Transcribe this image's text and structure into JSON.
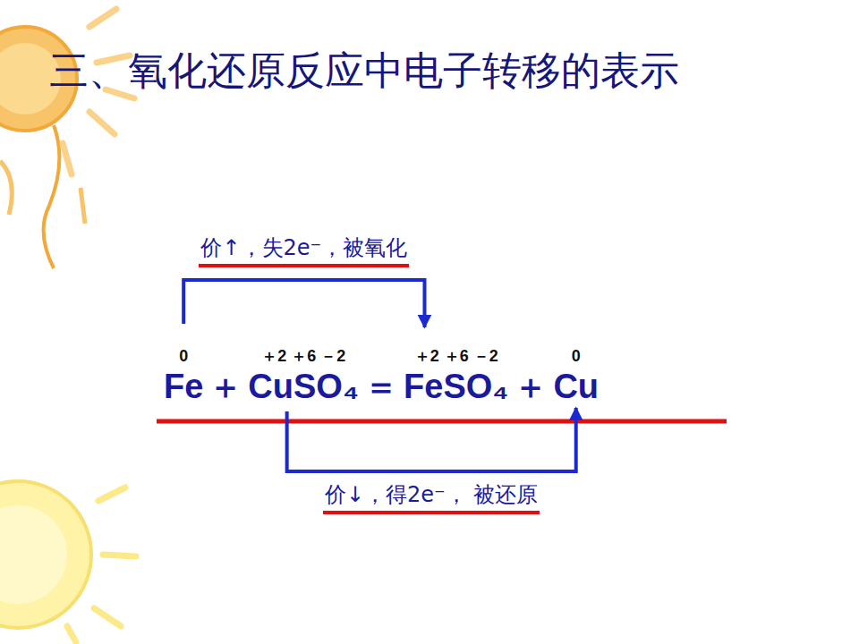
{
  "diagram": {
    "title": "三、氧化还原反应中电子转移的表示",
    "nodes": [
      {
        "text": [
          "0",
          "Fe"
        ]
      },
      {
        "text": [
          "＋2 ＋6 －2",
          "CuSO₄"
        ]
      },
      {
        "text": [
          "＋2 ＋6 －2",
          "FeSO₄"
        ]
      },
      {
        "text": [
          "0",
          "Cu"
        ]
      }
    ],
    "edges": [
      {
        "from": 0,
        "to": 2,
        "arrow": "to",
        "label": "价↑，失2e⁻，被氧化"
      },
      {
        "from": 1,
        "to": 3,
        "arrow": "to",
        "label": "价↓，得2e⁻， 被还原"
      }
    ],
    "labels": [
      "＋",
      "＝",
      "＋"
    ]
  }
}
